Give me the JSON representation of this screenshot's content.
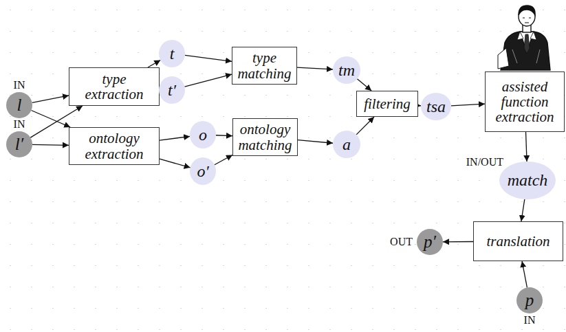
{
  "diagram": {
    "nodes": [
      {
        "text": [
          "IN",
          "l"
        ]
      },
      {
        "text": [
          "IN",
          "l′"
        ]
      },
      {
        "text": [
          "type extraction"
        ]
      },
      {
        "text": [
          "ontology extraction"
        ]
      },
      {
        "text": [
          "t"
        ]
      },
      {
        "text": [
          "t′"
        ]
      },
      {
        "text": [
          "o"
        ]
      },
      {
        "text": [
          "o′"
        ]
      },
      {
        "text": [
          "type matching"
        ]
      },
      {
        "text": [
          "ontology matching"
        ]
      },
      {
        "text": [
          "tm"
        ]
      },
      {
        "text": [
          "a"
        ]
      },
      {
        "text": [
          "filtering"
        ]
      },
      {
        "text": [
          "tsa"
        ]
      },
      {
        "text": [
          "assisted function extraction"
        ]
      },
      {
        "text": [
          "IN/OUT",
          "match"
        ]
      },
      {
        "text": [
          "translation"
        ]
      },
      {
        "text": [
          "OUT",
          "p′"
        ]
      },
      {
        "text": [
          "p",
          "IN"
        ]
      }
    ],
    "edges": [
      {
        "from": 0,
        "to": 2,
        "arrow": "to"
      },
      {
        "from": 0,
        "to": 3,
        "arrow": "to"
      },
      {
        "from": 1,
        "to": 2,
        "arrow": "to"
      },
      {
        "from": 1,
        "to": 3,
        "arrow": "to"
      },
      {
        "from": 2,
        "to": 4,
        "arrow": "to"
      },
      {
        "from": 2,
        "to": 5,
        "arrow": "to"
      },
      {
        "from": 3,
        "to": 6,
        "arrow": "to"
      },
      {
        "from": 3,
        "to": 7,
        "arrow": "to"
      },
      {
        "from": 4,
        "to": 8,
        "arrow": "to"
      },
      {
        "from": 5,
        "to": 8,
        "arrow": "to"
      },
      {
        "from": 6,
        "to": 9,
        "arrow": "to"
      },
      {
        "from": 7,
        "to": 9,
        "arrow": "to"
      },
      {
        "from": 8,
        "to": 10,
        "arrow": "to"
      },
      {
        "from": 9,
        "to": 11,
        "arrow": "to"
      },
      {
        "from": 10,
        "to": 12,
        "arrow": "to"
      },
      {
        "from": 11,
        "to": 12,
        "arrow": "to"
      },
      {
        "from": 12,
        "to": 13,
        "arrow": "to"
      },
      {
        "from": 13,
        "to": 14,
        "arrow": "to"
      },
      {
        "from": 14,
        "to": 15,
        "arrow": "to"
      },
      {
        "from": 15,
        "to": 16,
        "arrow": "to"
      },
      {
        "from": 18,
        "to": 16,
        "arrow": "to"
      },
      {
        "from": 16,
        "to": 17,
        "arrow": "to"
      }
    ]
  }
}
